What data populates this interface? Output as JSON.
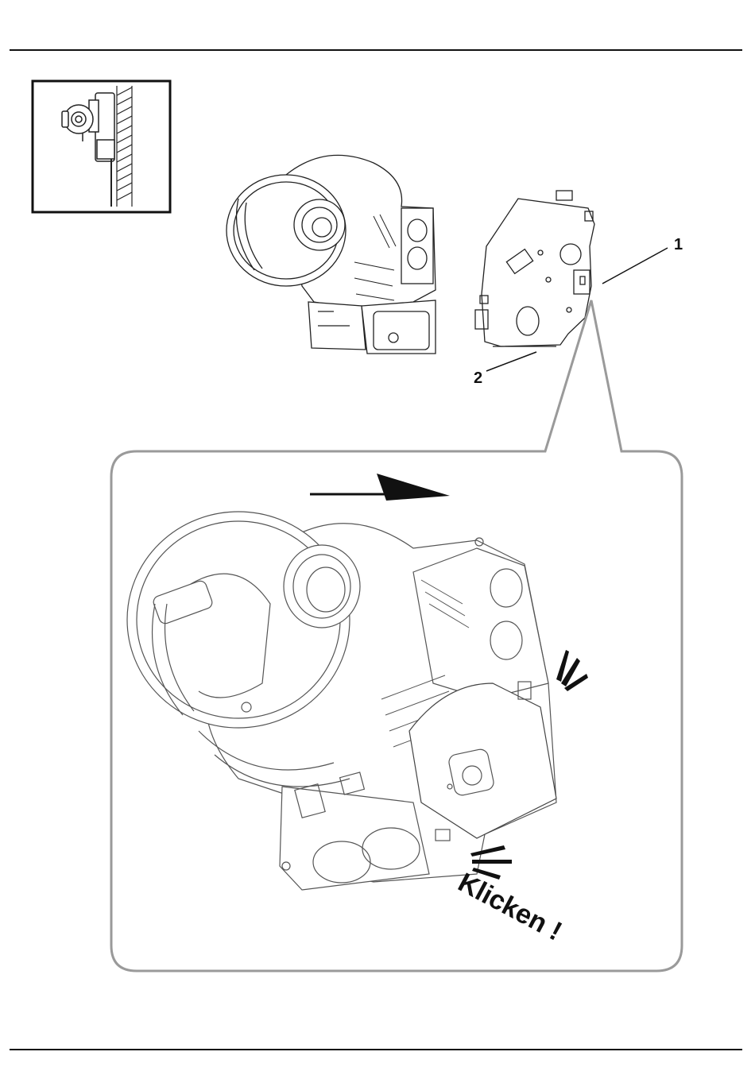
{
  "callouts": {
    "one": "1",
    "two": "2"
  },
  "detail": {
    "click_text": "Klicken !"
  },
  "colors": {
    "line": "#222222",
    "detail_border": "#9a9a9a",
    "light_line": "#777777"
  }
}
